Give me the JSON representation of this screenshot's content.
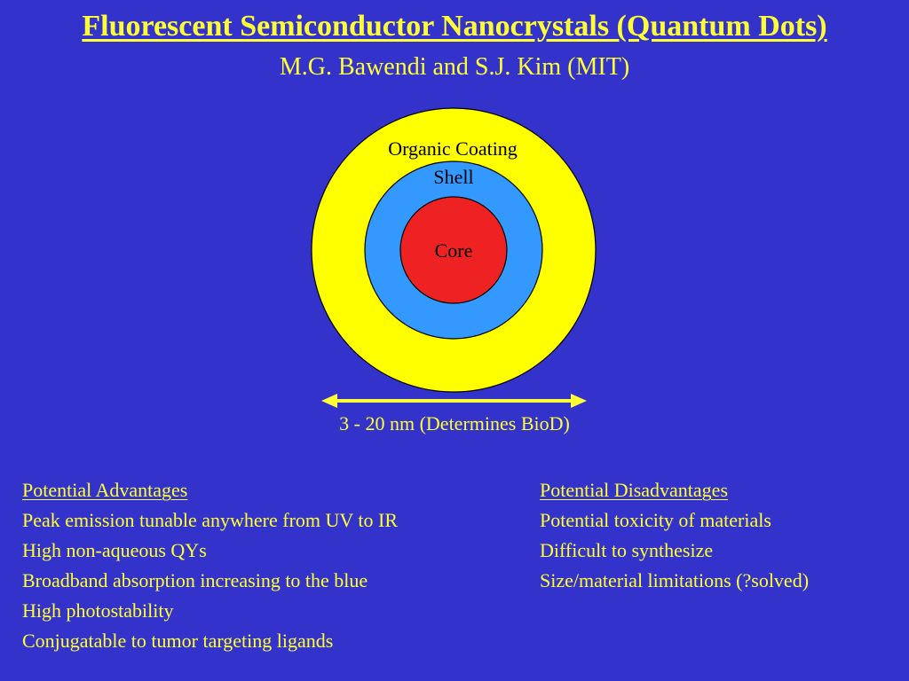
{
  "title": "Fluorescent Semiconductor Nanocrystals (Quantum Dots)",
  "subtitle": "M.G. Bawendi and S.J. Kim (MIT)",
  "diagram": {
    "layers": [
      {
        "label": "Organic Coating",
        "color": "#FFFF00"
      },
      {
        "label": "Shell",
        "color": "#3399FF"
      },
      {
        "label": "Core",
        "color": "#EE2222"
      }
    ],
    "scale_caption": "3 - 20 nm (Determines BioD)",
    "arrow_color": "#FFFF33"
  },
  "advantages": {
    "heading": "Potential Advantages",
    "items": [
      "Peak emission tunable anywhere from UV to IR",
      "High non-aqueous QYs",
      "Broadband absorption increasing to the blue",
      "High photostability",
      "Conjugatable to tumor targeting ligands"
    ]
  },
  "disadvantages": {
    "heading": "Potential Disadvantages",
    "items": [
      "Potential toxicity of materials",
      "Difficult to synthesize",
      "Size/material limitations (?solved)"
    ]
  },
  "colors": {
    "background": "#3333CC",
    "text": "#FFFF33"
  }
}
